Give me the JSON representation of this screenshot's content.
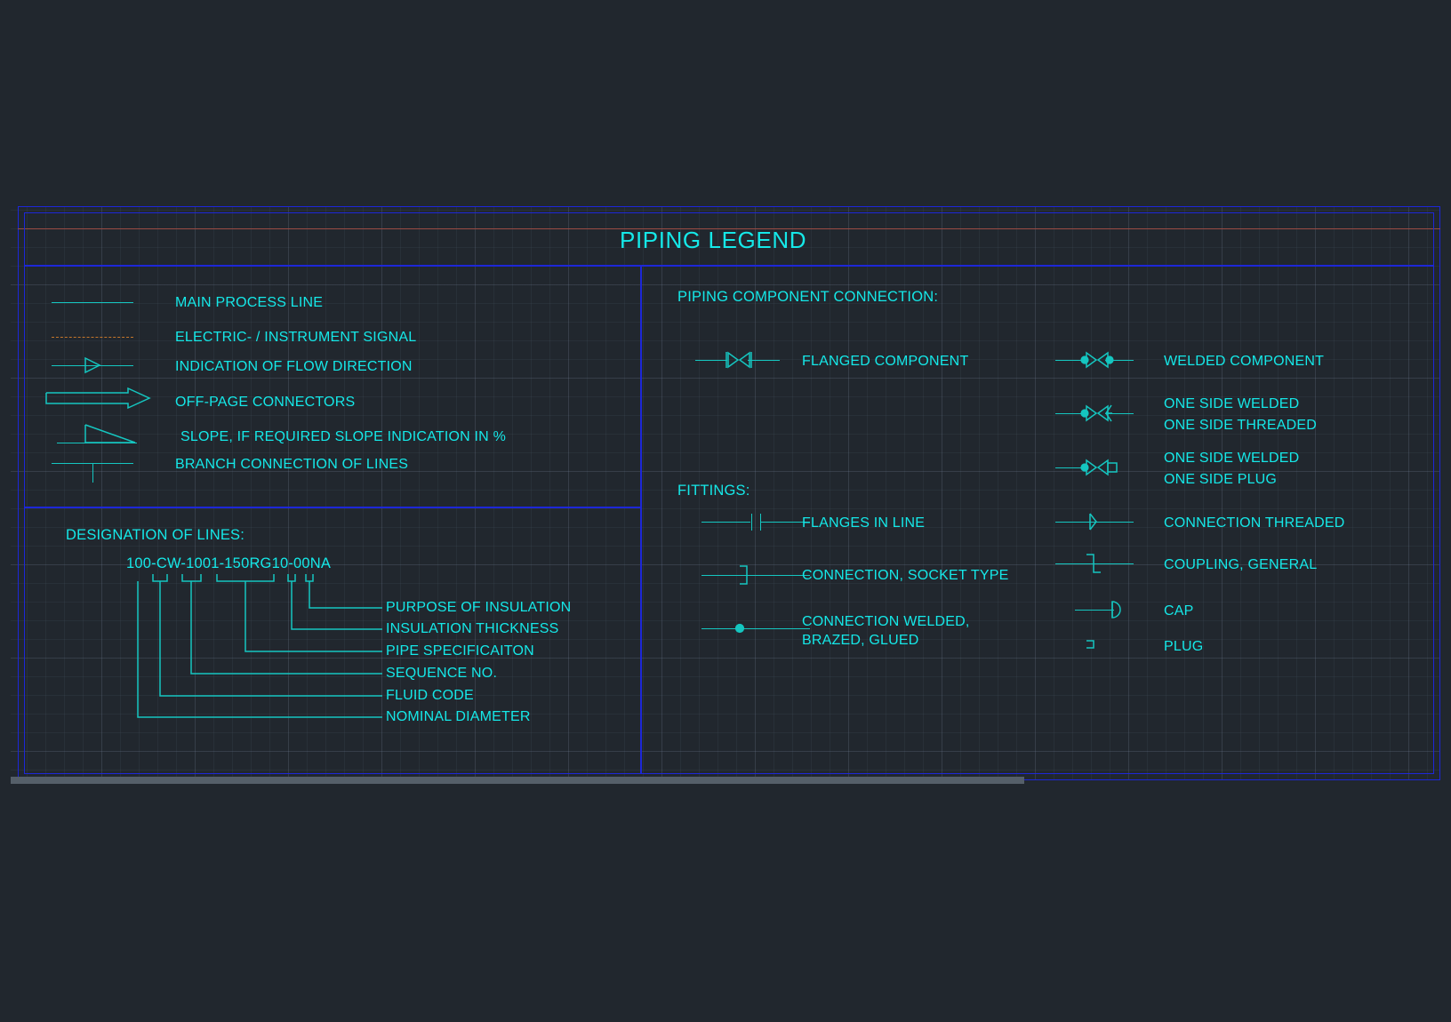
{
  "page": {
    "title": "PIPING LEGEND",
    "accent_color": "#15e8e8",
    "symbol_color": "#15c6c0",
    "frame_color": "#1d27d8",
    "signal_color": "#c4752a",
    "background_color": "#21272e"
  },
  "left_column": {
    "line_types": [
      {
        "label": "MAIN PROCESS LINE",
        "symbol": "solid-line-symbol"
      },
      {
        "label": "ELECTRIC- / INSTRUMENT SIGNAL",
        "symbol": "dashed-line-symbol"
      },
      {
        "label": "INDICATION OF FLOW DIRECTION",
        "symbol": "flow-arrow-symbol"
      },
      {
        "label": "OFF-PAGE CONNECTORS",
        "symbol": "off-page-connector-symbol"
      },
      {
        "label": "SLOPE, IF REQUIRED SLOPE INDICATION IN %",
        "symbol": "slope-symbol"
      },
      {
        "label": "BRANCH CONNECTION OF LINES",
        "symbol": "branch-connection-symbol"
      }
    ],
    "designation": {
      "heading": "DESIGNATION OF LINES:",
      "tag_code": "100-CW-1001-150RG10-00NA",
      "callouts": [
        "PURPOSE OF INSULATION",
        "INSULATION THICKNESS",
        "PIPE SPECIFICAITON",
        "SEQUENCE NO.",
        "FLUID CODE",
        "NOMINAL DIAMETER"
      ]
    }
  },
  "right_column": {
    "component_connection": {
      "heading": "PIPING COMPONENT CONNECTION:",
      "items": [
        {
          "label": "FLANGED COMPONENT",
          "symbol": "flanged-component-symbol",
          "side": "left"
        },
        {
          "label": "WELDED COMPONENT",
          "symbol": "welded-component-symbol",
          "side": "right"
        },
        {
          "label_line1": "ONE SIDE WELDED",
          "label_line2": "ONE SIDE THREADED",
          "symbol": "one-side-welded-threaded-symbol",
          "side": "right"
        },
        {
          "label_line1": "ONE SIDE WELDED",
          "label_line2": "ONE SIDE PLUG",
          "symbol": "one-side-welded-plug-symbol",
          "side": "right"
        }
      ]
    },
    "fittings": {
      "heading": "FITTINGS:",
      "items": [
        {
          "label": "FLANGES IN LINE",
          "symbol": "flanges-in-line-symbol",
          "side": "left"
        },
        {
          "label": "CONNECTION THREADED",
          "symbol": "connection-threaded-symbol",
          "side": "right"
        },
        {
          "label": "CONNECTION, SOCKET TYPE",
          "symbol": "socket-connection-symbol",
          "side": "left"
        },
        {
          "label": "COUPLING, GENERAL",
          "symbol": "coupling-symbol",
          "side": "right"
        },
        {
          "label_line1": "CONNECTION WELDED,",
          "label_line2": "BRAZED, GLUED",
          "symbol": "welded-connection-symbol",
          "side": "left"
        },
        {
          "label": "CAP",
          "symbol": "cap-symbol",
          "side": "right"
        },
        {
          "label": "PLUG",
          "symbol": "plug-symbol",
          "side": "right"
        }
      ]
    }
  }
}
